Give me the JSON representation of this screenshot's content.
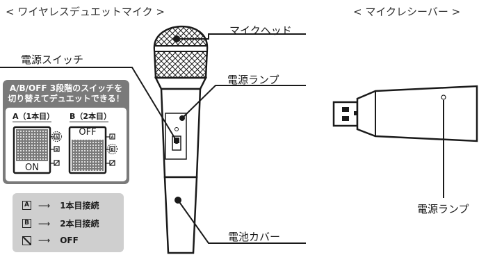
{
  "titles": {
    "left": "< ワイヤレスデュエットマイク >",
    "right": "< マイクレシーバー >"
  },
  "labels": {
    "mic_head": "マイクヘッド",
    "power_switch": "電源スイッチ",
    "power_lamp": "電源ランプ",
    "battery_cover": "電池カバー",
    "receiver_power_lamp": "電源ランプ"
  },
  "switch_panel": {
    "heading_line1": "A/B/OFF 3段階のスイッチを",
    "heading_line2": "切り替えてデュエットできる！",
    "col_a_title": "A（1本目）",
    "col_b_title": "B（2本目）",
    "col_a_state": "ON",
    "col_b_state": "OFF",
    "pos_a": "A",
    "pos_b": "B"
  },
  "legend": [
    {
      "key": "A",
      "arrow": "⟶",
      "text": "1本目接続"
    },
    {
      "key": "B",
      "arrow": "⟶",
      "text": "2本目接続"
    },
    {
      "key": "",
      "arrow": "⟶",
      "text": "OFF"
    }
  ],
  "colors": {
    "switch_panel_bg": "#7a7a7a",
    "legend_bg": "#cfcfcf",
    "line": "#1a1a1a"
  }
}
